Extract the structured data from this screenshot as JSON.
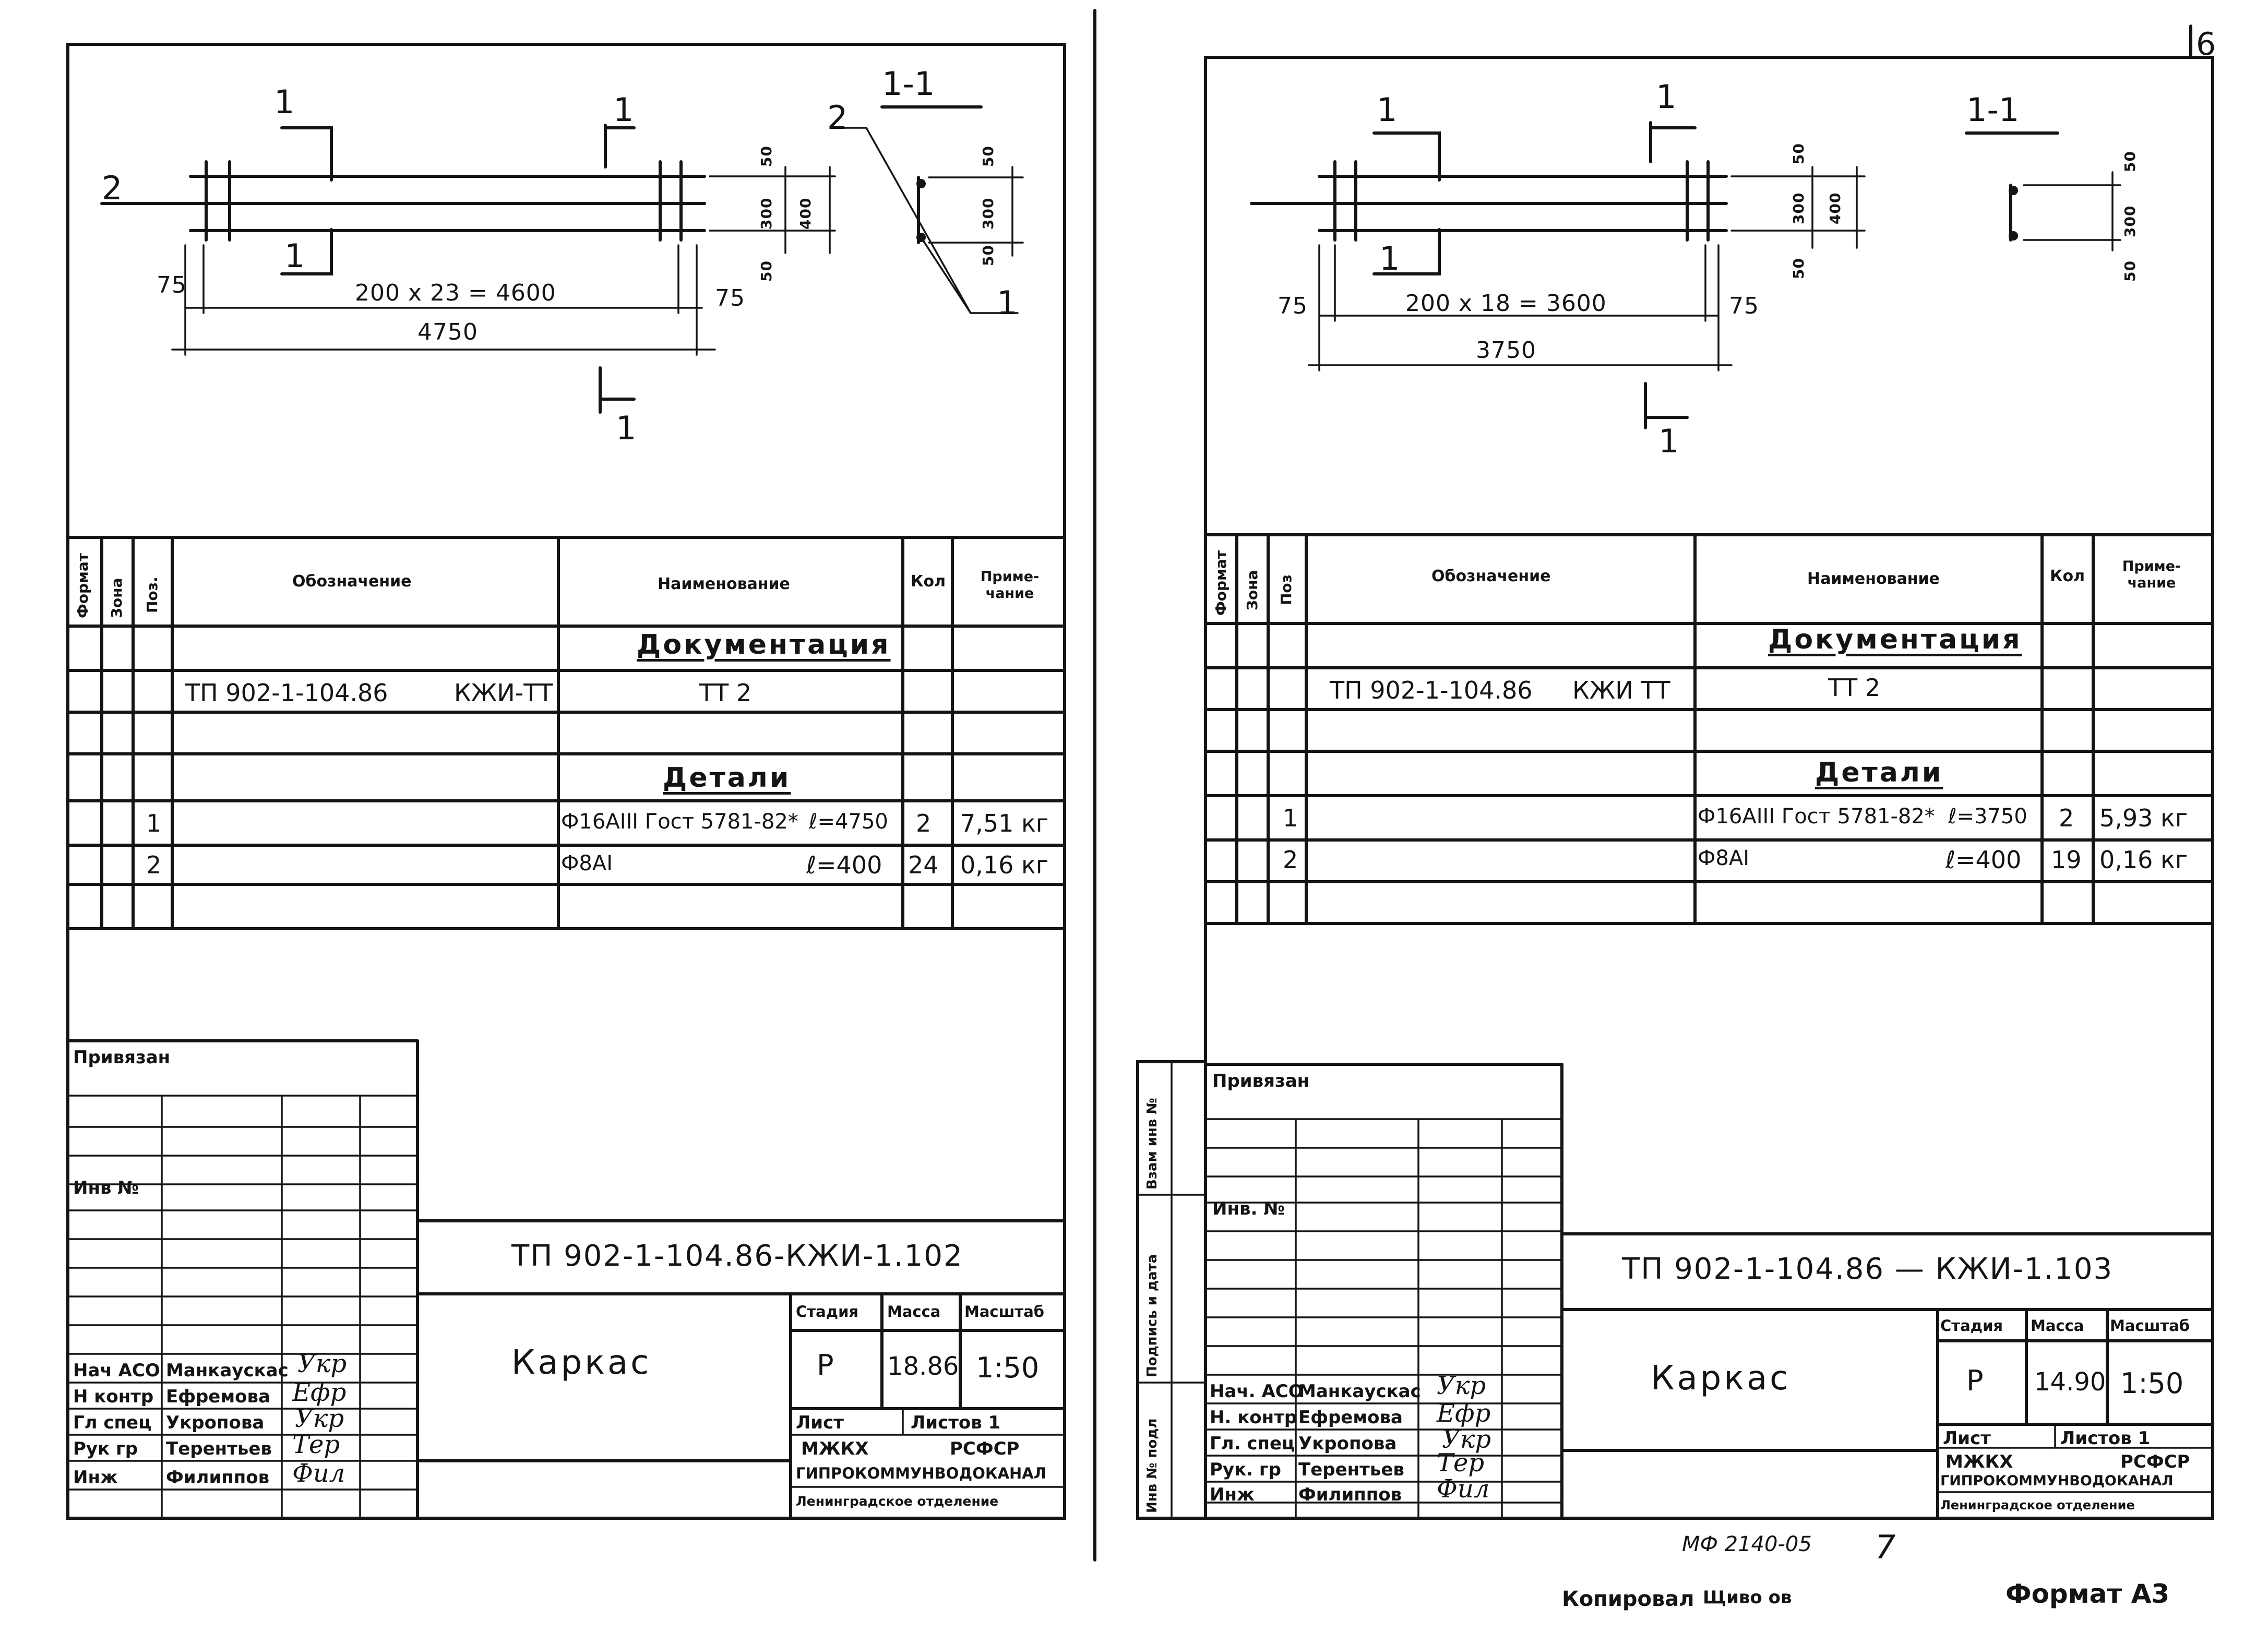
{
  "sheets": [
    {
      "drawing": {
        "section_label": "1-1",
        "cut_mark": "1",
        "pos_2": "2",
        "pos_1": "1",
        "dim_side_50": "50",
        "dim_300": "300",
        "dim_400": "400",
        "dim_end_75": "75",
        "dim_spacing": "200 x 23 = 4600",
        "dim_total": "4750"
      },
      "spec": {
        "headers": {
          "format": "Формат",
          "zone": "Зона",
          "pos": "Поз.",
          "designation": "Обозначение",
          "name": "Наименование",
          "qty": "Кол",
          "note": "Приме-чание"
        },
        "doc_section": "Документация",
        "doc_code": "ТП 902-1-104.86",
        "doc_code_suffix": "КЖИ-ТТ",
        "doc_name": "ТТ 2",
        "details_section": "Детали",
        "rows": [
          {
            "pos": "1",
            "name": "Ф16АIII Гост 5781-82*",
            "length": "ℓ=4750",
            "qty": "2",
            "note": "7,51 кг"
          },
          {
            "pos": "2",
            "name": "Ф8АI",
            "length": "ℓ=400",
            "qty": "24",
            "note": "0,16 кг"
          }
        ]
      },
      "title_block": {
        "bound": "Привязан",
        "inv_no": "Инв №",
        "code": "ТП 902-1-104.86-КЖИ-1.102",
        "title": "Каркас",
        "stage_label": "Стадия",
        "mass_label": "Масса",
        "scale_label": "Масштаб",
        "stage": "Р",
        "mass": "18.86",
        "scale": "1:50",
        "sheet_label": "Лист",
        "sheets_label": "Листов 1",
        "org1": "МЖКХ",
        "org1b": "РСФСР",
        "org2": "ГИПРОКОММУНВОДОКАНАЛ",
        "org3": "Ленинградское отделение",
        "roles": [
          {
            "role": "Нач АСО",
            "name": "Манкаускас",
            "sign": "Укр"
          },
          {
            "role": "Н контр",
            "name": "Ефремова",
            "sign": "Ефр"
          },
          {
            "role": "Гл спец",
            "name": "Укропова",
            "sign": "Укр"
          },
          {
            "role": "Рук гр",
            "name": "Терентьев",
            "sign": "Тер"
          },
          {
            "role": "Инж",
            "name": "Филиппов",
            "sign": "Фил"
          }
        ]
      }
    },
    {
      "drawing": {
        "section_label": "1-1",
        "cut_mark": "1",
        "dim_side_50": "50",
        "dim_300": "300",
        "dim_400": "400",
        "dim_end_75": "75",
        "dim_spacing": "200 x 18 = 3600",
        "dim_total": "3750"
      },
      "spec": {
        "headers": {
          "format": "Формат",
          "zone": "Зона",
          "pos": "Поз",
          "designation": "Обозначение",
          "name": "Наименование",
          "qty": "Кол",
          "note": "Приме-чание"
        },
        "doc_section": "Документация",
        "doc_code": "ТП 902-1-104.86",
        "doc_code_suffix": "КЖИ ТТ",
        "doc_name": "ТТ 2",
        "details_section": "Детали",
        "rows": [
          {
            "pos": "1",
            "name": "Ф16АIII Гост 5781-82*",
            "length": "ℓ=3750",
            "qty": "2",
            "note": "5,93 кг"
          },
          {
            "pos": "2",
            "name": "Ф8АI",
            "length": "ℓ=400",
            "qty": "19",
            "note": "0,16 кг"
          }
        ]
      },
      "side_stamp": {
        "inv_vz": "Взам инв №",
        "sign_date": "Подпись и дата",
        "inv_orig": "Инв № подл"
      },
      "title_block": {
        "bound": "Привязан",
        "inv_no": "Инв. №",
        "code": "ТП 902-1-104.86 — КЖИ-1.103",
        "title": "Каркас",
        "stage_label": "Стадия",
        "mass_label": "Масса",
        "scale_label": "Масштаб",
        "stage": "Р",
        "mass": "14.90",
        "scale": "1:50",
        "sheet_label": "Лист",
        "sheets_label": "Листов 1",
        "org1": "МЖКХ",
        "org1b": "РСФСР",
        "org2": "ГИПРОКОММУНВОДОКАНАЛ",
        "org3": "Ленинградское отделение",
        "roles": [
          {
            "role": "Нач. АСО",
            "name": "Манкаускас",
            "sign": "Укр"
          },
          {
            "role": "Н. контр",
            "name": "Ефремова",
            "sign": "Ефр"
          },
          {
            "role": "Гл. спец",
            "name": "Укропова",
            "sign": "Укр"
          },
          {
            "role": "Рук. гр",
            "name": "Терентьев",
            "sign": "Тер"
          },
          {
            "role": "Инж",
            "name": "Филиппов",
            "sign": "Фил"
          }
        ]
      }
    }
  ],
  "footer": {
    "page_corner": "6",
    "mf_code": "МФ 2140-05",
    "page_no": "7",
    "copied": "Копировал",
    "copied_by": "Щиво ов",
    "format": "Формат А3"
  }
}
